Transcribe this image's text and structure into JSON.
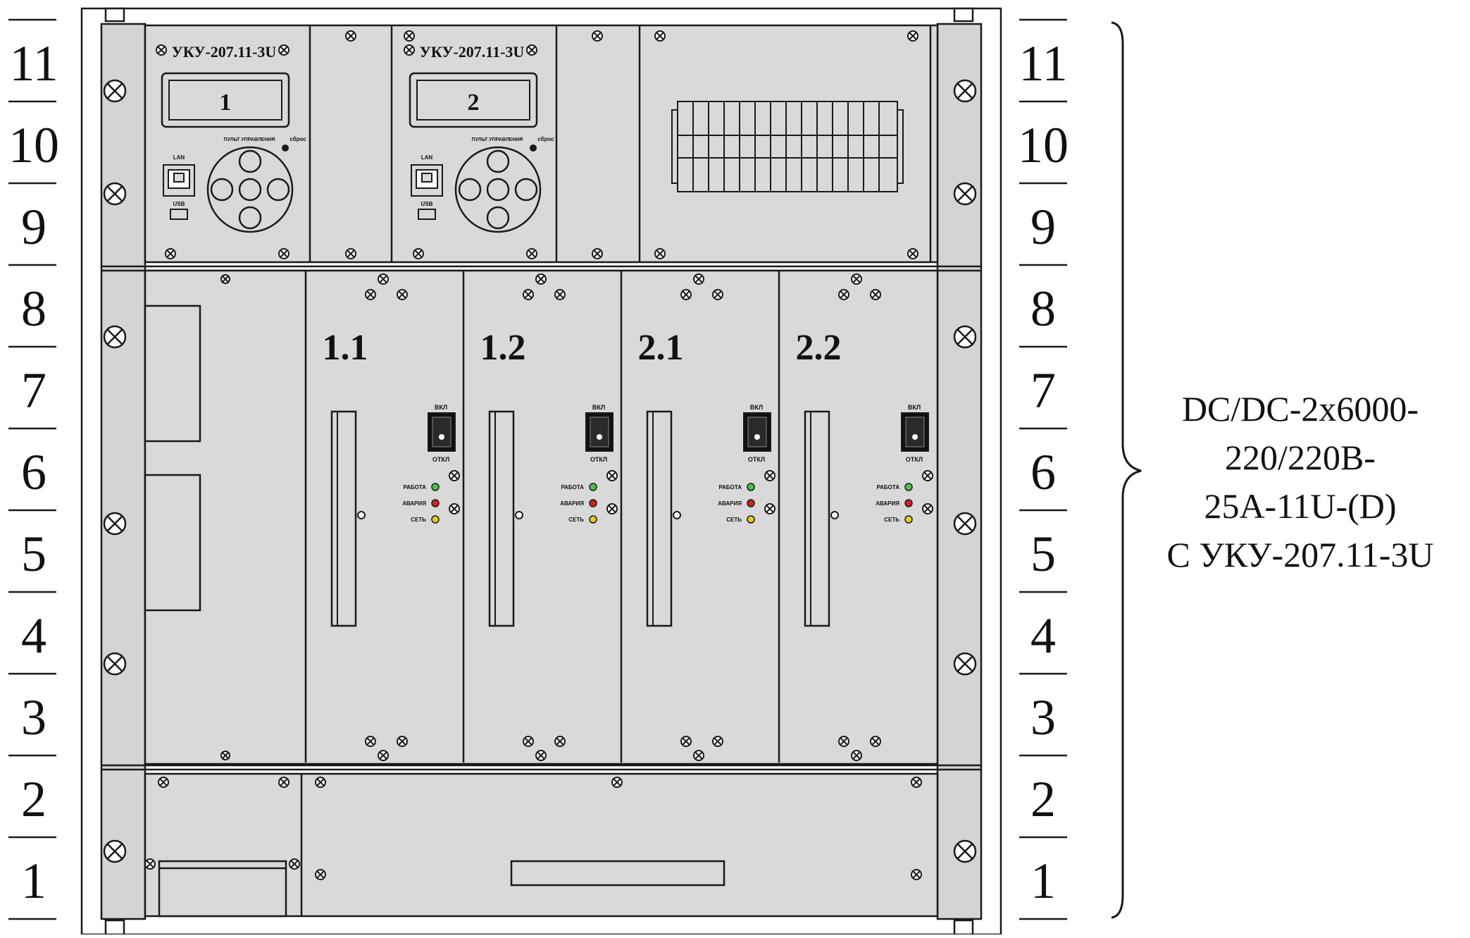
{
  "units_left": [
    "11",
    "10",
    "9",
    "8",
    "7",
    "6",
    "5",
    "4",
    "3",
    "2",
    "1"
  ],
  "units_right": [
    "11",
    "10",
    "9",
    "8",
    "7",
    "6",
    "5",
    "4",
    "3",
    "2",
    "1"
  ],
  "controllers": [
    {
      "model": "УКУ-207.11-3U",
      "display": "1",
      "lan": "LAN",
      "usb": "USB",
      "panel": "ПУЛЬТ УПРАВЛЕНИЯ",
      "reset": "сброс"
    },
    {
      "model": "УКУ-207.11-3U",
      "display": "2",
      "lan": "LAN",
      "usb": "USB",
      "panel": "ПУЛЬТ УПРАВЛЕНИЯ",
      "reset": "сброс"
    }
  ],
  "modules": [
    {
      "id": "1.1",
      "on": "ВКЛ",
      "off": "ОТКЛ",
      "led_work": "РАБОТА",
      "led_alarm": "АВАРИЯ",
      "led_net": "СЕТЬ"
    },
    {
      "id": "1.2",
      "on": "ВКЛ",
      "off": "ОТКЛ",
      "led_work": "РАБОТА",
      "led_alarm": "АВАРИЯ",
      "led_net": "СЕТЬ"
    },
    {
      "id": "2.1",
      "on": "ВКЛ",
      "off": "ОТКЛ",
      "led_work": "РАБОТА",
      "led_alarm": "АВАРИЯ",
      "led_net": "СЕТЬ"
    },
    {
      "id": "2.2",
      "on": "ВКЛ",
      "off": "ОТКЛ",
      "led_work": "РАБОТА",
      "led_alarm": "АВАРИЯ",
      "led_net": "СЕТЬ"
    }
  ],
  "caption": [
    "DC/DC-2x6000-",
    "220/220В-",
    "25А-11U-(D)",
    "С УКУ-207.11-3U"
  ],
  "colors": {
    "panel": "#d9d9d9",
    "rail": "#d4d4d4",
    "stroke": "#1a1a1a",
    "led_green": "#4cc24c",
    "led_red": "#d42020",
    "led_yellow": "#e0d020"
  }
}
